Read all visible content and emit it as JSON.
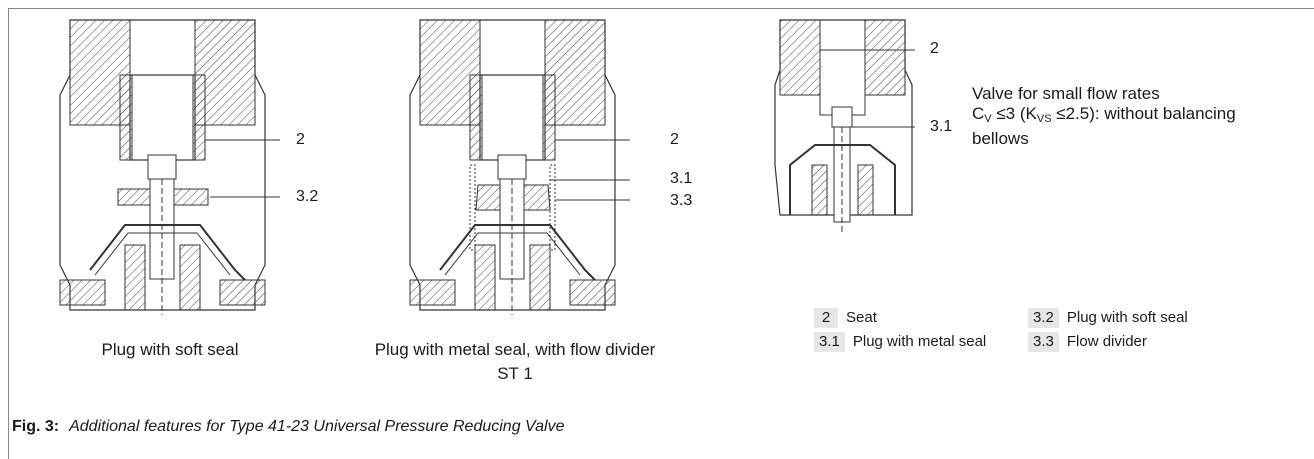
{
  "drawings": [
    {
      "caption": "Plug with soft seal",
      "callouts": [
        "2",
        "3.2"
      ]
    },
    {
      "caption_line1": "Plug with metal seal, with flow divider",
      "caption_line2": "ST 1",
      "callouts": [
        "2",
        "3.1",
        "3.3"
      ]
    },
    {
      "callouts": [
        "2",
        "3.1"
      ]
    }
  ],
  "note": {
    "line1": "Valve for small flow rates",
    "cv_symbol": "C",
    "cv_sub": "V",
    "cv_text": " ≤3 (K",
    "kvs_sub": "VS",
    "kvs_text": " ≤2.5): without balancing",
    "line3": "bellows"
  },
  "legend": [
    {
      "num": "2",
      "label": "Seat"
    },
    {
      "num": "3.1",
      "label": "Plug with metal seal"
    },
    {
      "num": "3.2",
      "label": "Plug with soft seal"
    },
    {
      "num": "3.3",
      "label": "Flow divider"
    }
  ],
  "figure": {
    "label": "Fig. 3:",
    "title": "Additional features for Type 41-23 Universal Pressure Reducing Valve"
  }
}
